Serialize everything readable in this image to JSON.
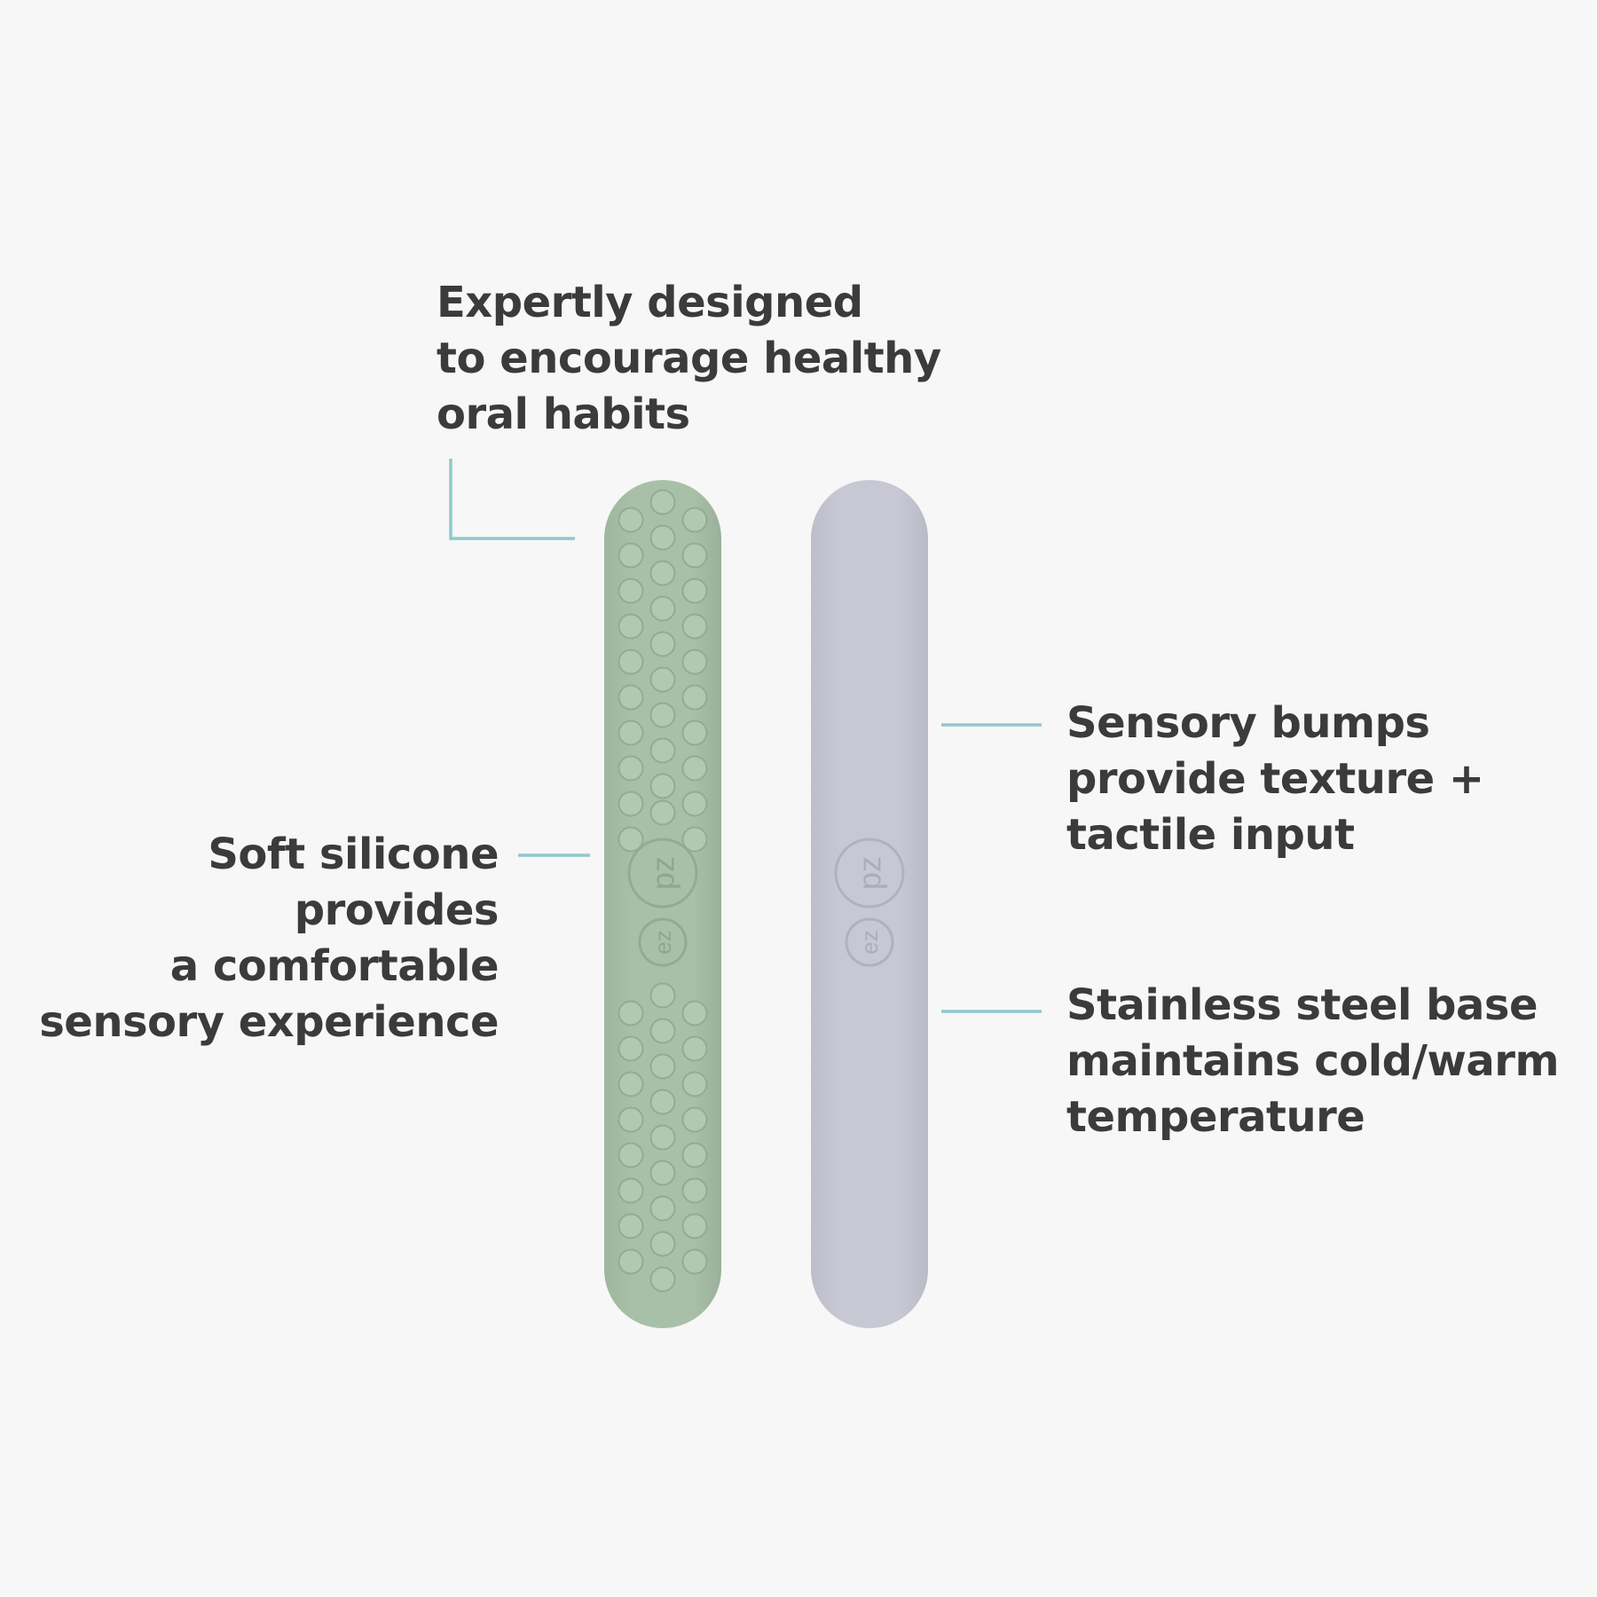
{
  "callouts": {
    "top": {
      "lines": [
        "Expertly designed",
        "to encourage healthy",
        "oral habits"
      ]
    },
    "left": {
      "lines": [
        "Soft silicone",
        "provides",
        "a comfortable",
        "sensory experience"
      ]
    },
    "right_top": {
      "lines": [
        "Sensory bumps",
        "provide texture +",
        "tactile input"
      ]
    },
    "right_bottom": {
      "lines": [
        "Stainless steel base",
        "maintains cold∕warm",
        "temperature"
      ]
    }
  },
  "colors": {
    "background": "#f7f7f7",
    "text": "#3b3b3b",
    "leader_line": "#8fc9cd",
    "green_stick": "#a7bea6",
    "green_bump": "#b2c8b1",
    "green_bump_edge": "#93ab92",
    "lavender_stick": "#c6c6d2",
    "lavender_logo": "#b4b4c2"
  },
  "icons": {
    "logo": "ezpz-logo-icon"
  }
}
